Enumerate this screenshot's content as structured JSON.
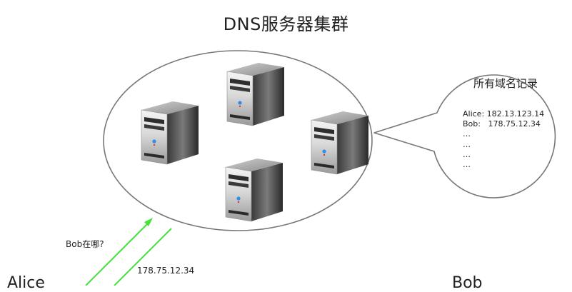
{
  "title": "DNS服务器集群",
  "bubble": {
    "title": "所有域名记录",
    "records": [
      "Alice: 182.13.123.14",
      "Bob:   178.75.12.34",
      "…",
      "…",
      "…",
      "…"
    ]
  },
  "query_label": "Bob在哪?",
  "answer_label": "178.75.12.34",
  "clients": {
    "left": "Alice",
    "right": "Bob"
  },
  "colors": {
    "arrow": "#44e23a",
    "outline": "#777777"
  },
  "servers": [
    "server-icon",
    "server-icon",
    "server-icon",
    "server-icon"
  ]
}
